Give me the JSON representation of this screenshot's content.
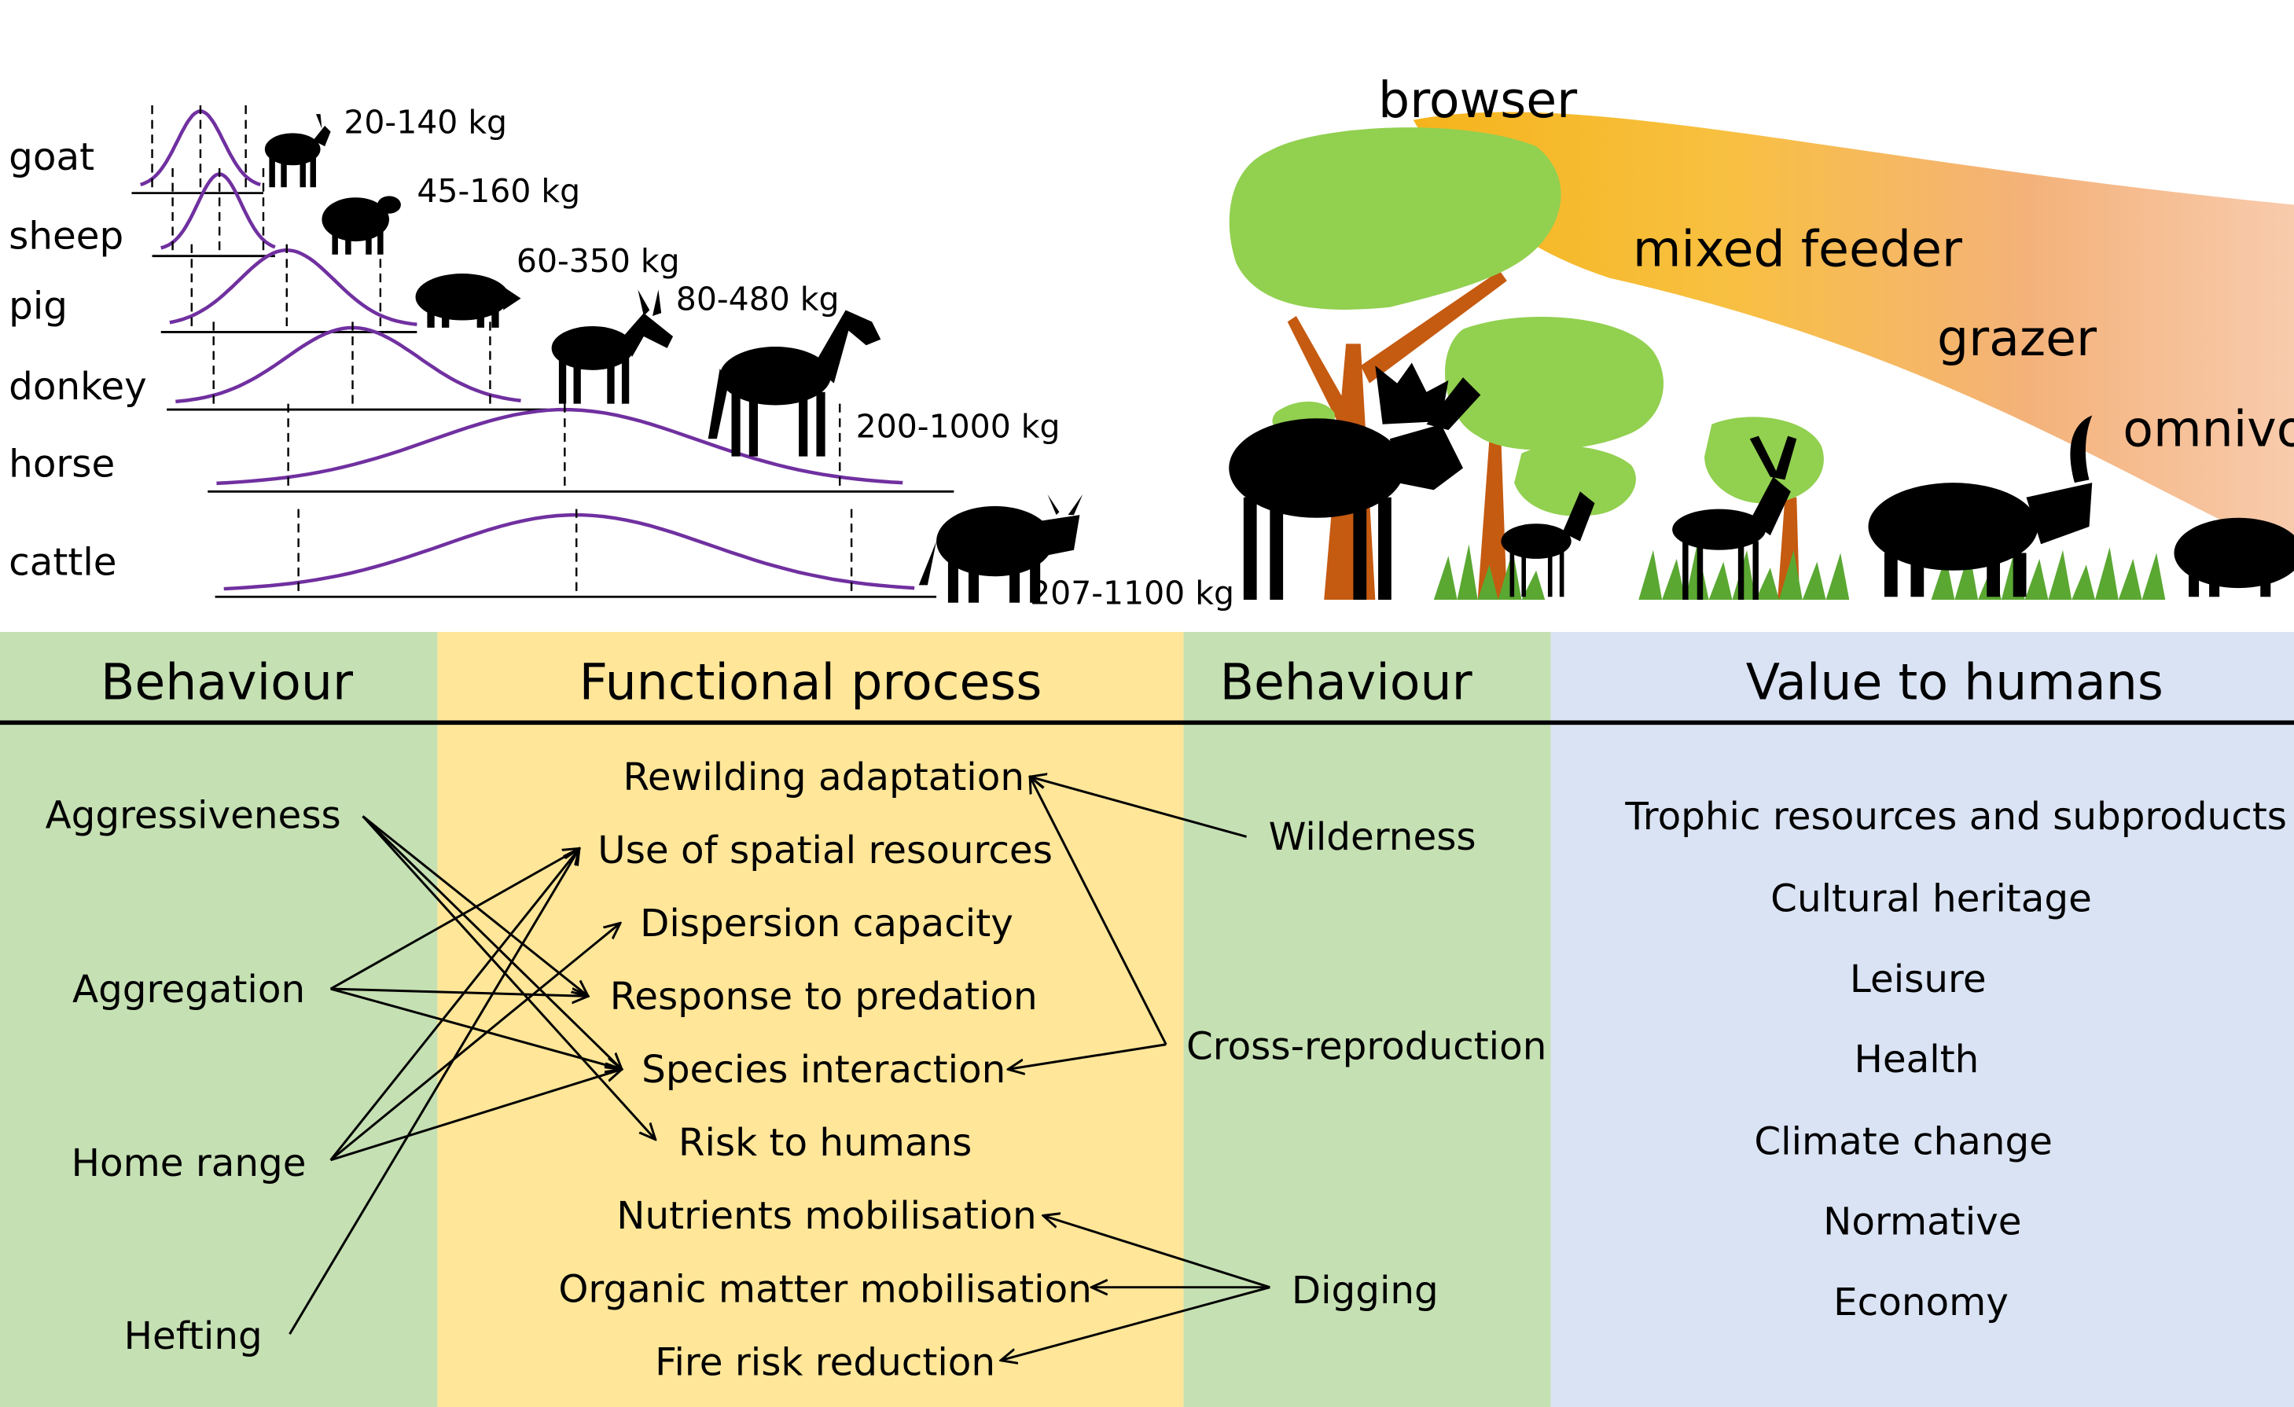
{
  "species": [
    {
      "name": "goat",
      "mass": "20-140 kg"
    },
    {
      "name": "sheep",
      "mass": "45-160 kg"
    },
    {
      "name": "pig",
      "mass": "60-350 kg"
    },
    {
      "name": "donkey",
      "mass": "80-480 kg"
    },
    {
      "name": "horse",
      "mass": "200-1000 kg"
    },
    {
      "name": "cattle",
      "mass": "207-1100 kg"
    }
  ],
  "feeding_gradient": [
    "browser",
    "mixed feeder",
    "grazer",
    "omnivore"
  ],
  "columns": [
    {
      "header": "Behaviour",
      "color": "#c5e0b3"
    },
    {
      "header": "Functional process",
      "color": "#ffe699"
    },
    {
      "header": "Behaviour",
      "color": "#c5e0b3"
    },
    {
      "header": "Value to humans",
      "color": "#dae3f3"
    }
  ],
  "behaviour_left": [
    "Aggressiveness",
    "Aggregation",
    "Home range",
    "Hefting"
  ],
  "functional_processes": [
    "Rewilding adaptation",
    "Use of spatial resources",
    "Dispersion capacity",
    "Response to predation",
    "Species interaction",
    "Risk to humans",
    "Nutrients mobilisation",
    "Organic matter mobilisation",
    "Fire risk reduction"
  ],
  "behaviour_right": [
    "Wilderness",
    "Cross-reproduction",
    "Digging"
  ],
  "values": [
    "Trophic resources and subproducts",
    "Cultural heritage",
    "Leisure",
    "Health",
    "Climate change",
    "Normative",
    "Economy"
  ],
  "colors": {
    "curve": "#7030a0",
    "tree_green": "#92d050",
    "trunk": "#c55a11",
    "grass": "#5aa832",
    "browser": "#f5b41c",
    "omnivore": "#f8cbad"
  }
}
